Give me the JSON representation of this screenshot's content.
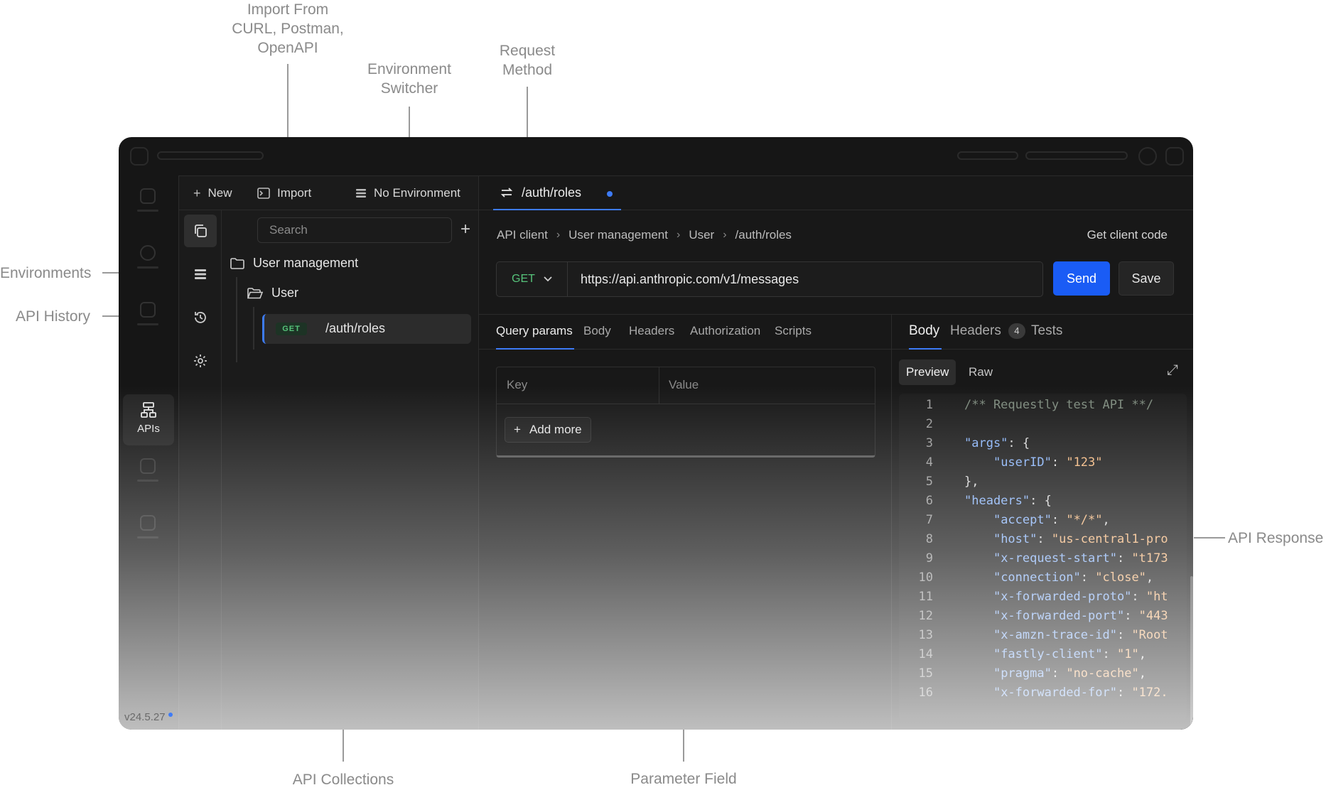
{
  "annotations": {
    "import": "Import From\nCURL, Postman,\nOpenAPI",
    "environment_switcher": "Environment\nSwitcher",
    "request_method": "Request\nMethod",
    "environments": "Environments",
    "api_history": "API History",
    "api_response": "API Response",
    "api_collections": "API Collections",
    "parameter_field": "Parameter Field"
  },
  "rail": {
    "apis_label": "APIs",
    "version": "v24.5.27"
  },
  "sidebar": {
    "new_label": "New",
    "import_label": "Import",
    "environment_label": "No Environment",
    "search_placeholder": "Search",
    "tree": {
      "folder": "User management",
      "subfolder": "User",
      "request": {
        "method": "GET",
        "path": "/auth/roles"
      }
    }
  },
  "main": {
    "tab": {
      "title": "/auth/roles"
    },
    "breadcrumb": [
      "API client",
      "User management",
      "User",
      "/auth/roles"
    ],
    "client_code_label": "Get client code",
    "method": "GET",
    "url": "https://api.anthropic.com/v1/messages",
    "send_label": "Send",
    "save_label": "Save",
    "request_tabs": [
      "Query params",
      "Body",
      "Headers",
      "Authorization",
      "Scripts"
    ],
    "params": {
      "key_header": "Key",
      "value_header": "Value",
      "add_more_label": "Add more"
    }
  },
  "response": {
    "tabs": {
      "body": "Body",
      "headers": "Headers",
      "headers_count": "4",
      "tests": "Tests"
    },
    "view": {
      "preview": "Preview",
      "raw": "Raw"
    },
    "code": [
      {
        "n": "1",
        "parts": [
          [
            "c-comment",
            "/** Requestly test API **/"
          ]
        ]
      },
      {
        "n": "2",
        "parts": []
      },
      {
        "n": "3",
        "parts": [
          [
            "c-key",
            "\"args\""
          ],
          [
            "",
            ": {"
          ]
        ]
      },
      {
        "n": "4",
        "parts": [
          [
            "",
            "    "
          ],
          [
            "c-key",
            "\"userID\""
          ],
          [
            "",
            ": "
          ],
          [
            "c-str",
            "\"123\""
          ]
        ]
      },
      {
        "n": "5",
        "parts": [
          [
            "",
            "},"
          ]
        ]
      },
      {
        "n": "6",
        "parts": [
          [
            "c-key",
            "\"headers\""
          ],
          [
            "",
            ": {"
          ]
        ]
      },
      {
        "n": "7",
        "parts": [
          [
            "",
            "    "
          ],
          [
            "c-key",
            "\"accept\""
          ],
          [
            "",
            ": "
          ],
          [
            "c-str",
            "\"*/*\""
          ],
          [
            "",
            ","
          ]
        ]
      },
      {
        "n": "8",
        "parts": [
          [
            "",
            "    "
          ],
          [
            "c-key",
            "\"host\""
          ],
          [
            "",
            ": "
          ],
          [
            "c-str",
            "\"us-central1-pro"
          ]
        ]
      },
      {
        "n": "9",
        "parts": [
          [
            "",
            "    "
          ],
          [
            "c-key",
            "\"x-request-start\""
          ],
          [
            "",
            ": "
          ],
          [
            "c-str",
            "\"t173"
          ]
        ]
      },
      {
        "n": "10",
        "parts": [
          [
            "",
            "    "
          ],
          [
            "c-key",
            "\"connection\""
          ],
          [
            "",
            ": "
          ],
          [
            "c-str",
            "\"close\""
          ],
          [
            "",
            ","
          ]
        ]
      },
      {
        "n": "11",
        "parts": [
          [
            "",
            "    "
          ],
          [
            "c-key",
            "\"x-forwarded-proto\""
          ],
          [
            "",
            ": "
          ],
          [
            "c-str",
            "\"ht"
          ]
        ]
      },
      {
        "n": "12",
        "parts": [
          [
            "",
            "    "
          ],
          [
            "c-key",
            "\"x-forwarded-port\""
          ],
          [
            "",
            ": "
          ],
          [
            "c-str",
            "\"443"
          ]
        ]
      },
      {
        "n": "13",
        "parts": [
          [
            "",
            "    "
          ],
          [
            "c-key",
            "\"x-amzn-trace-id\""
          ],
          [
            "",
            ": "
          ],
          [
            "c-str",
            "\"Root"
          ]
        ]
      },
      {
        "n": "14",
        "parts": [
          [
            "",
            "    "
          ],
          [
            "c-key",
            "\"fastly-client\""
          ],
          [
            "",
            ": "
          ],
          [
            "c-str",
            "\"1\""
          ],
          [
            "",
            ","
          ]
        ]
      },
      {
        "n": "15",
        "parts": [
          [
            "",
            "    "
          ],
          [
            "c-key",
            "\"pragma\""
          ],
          [
            "",
            ": "
          ],
          [
            "c-str",
            "\"no-cache\""
          ],
          [
            "",
            ","
          ]
        ]
      },
      {
        "n": "16",
        "parts": [
          [
            "",
            "    "
          ],
          [
            "c-key",
            "\"x-forwarded-for\""
          ],
          [
            "",
            ": "
          ],
          [
            "c-str",
            "\"172."
          ]
        ]
      }
    ]
  },
  "colors": {
    "accent": "#3d7bf7",
    "get_method": "#56c27a",
    "send": "#1a5cf5"
  }
}
